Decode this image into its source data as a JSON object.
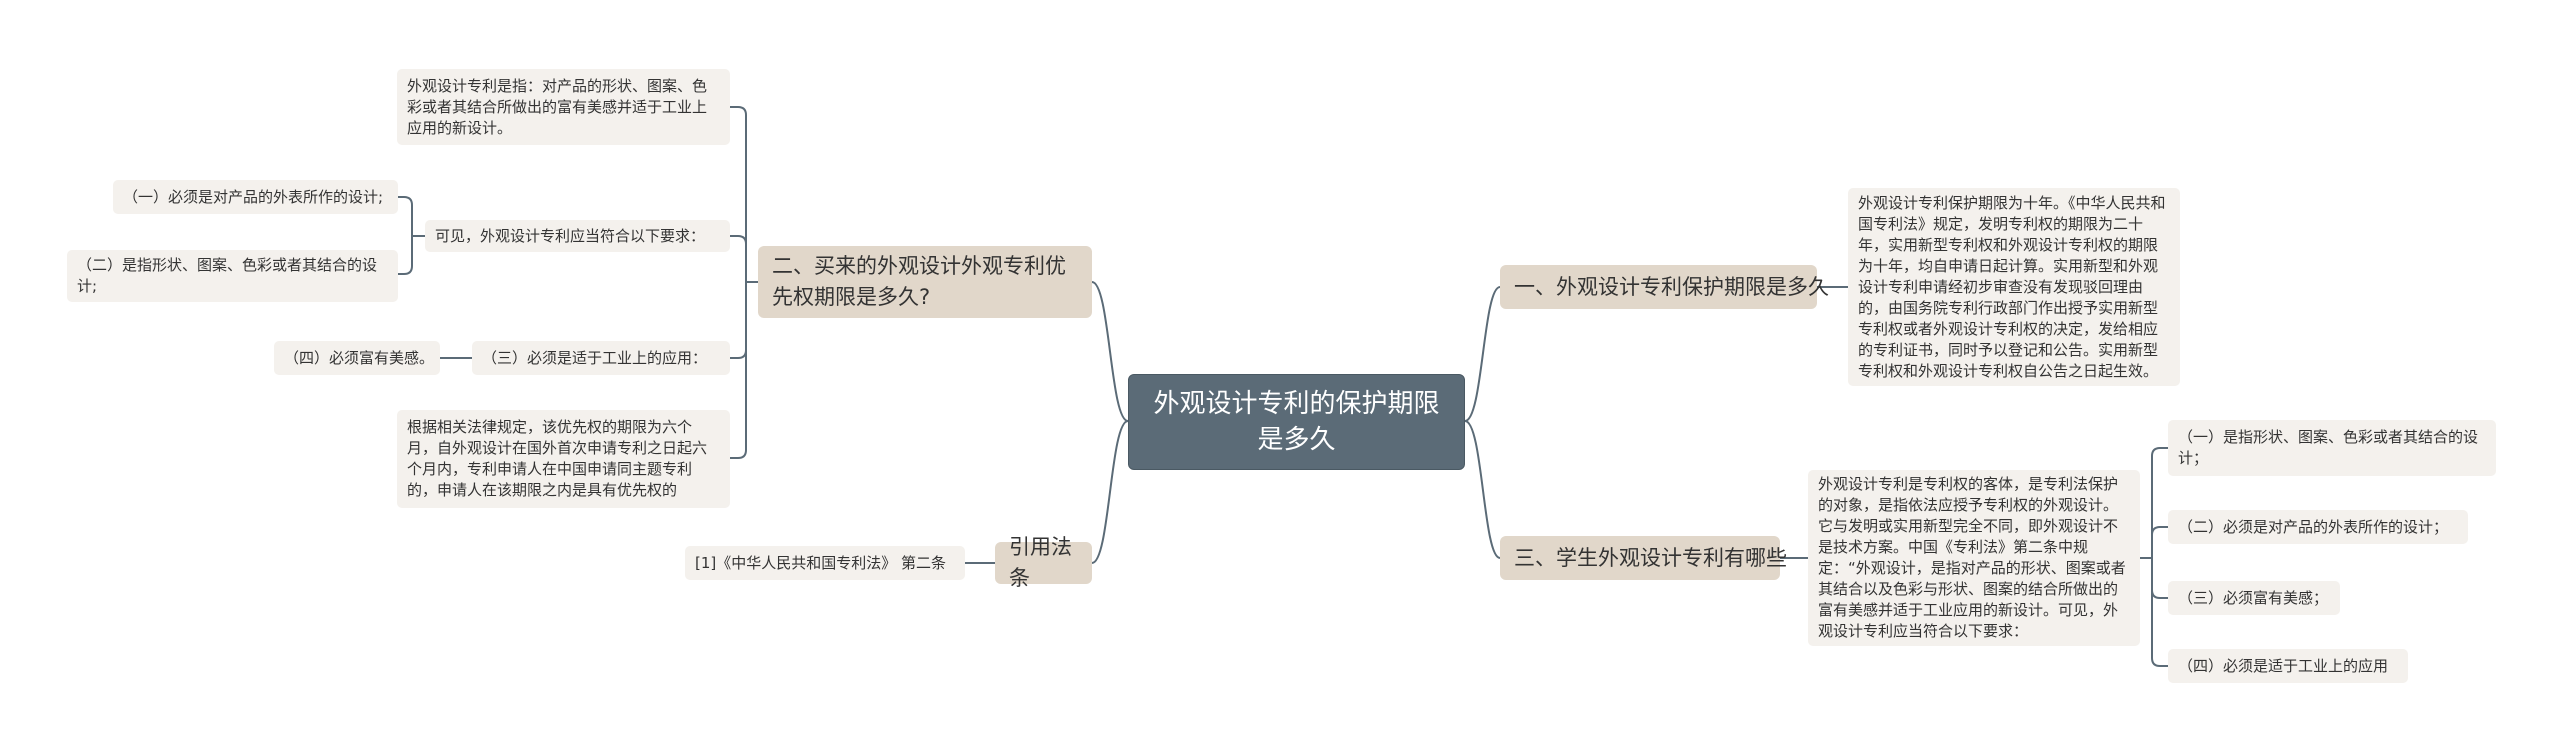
{
  "root": {
    "label": "外观设计专利的保护期限是多久"
  },
  "left": {
    "branch2": {
      "label": "二、买来的外观设计外观专利优先权期限是多久?",
      "def": "外观设计专利是指：对产品的形状、图案、色彩或者其结合所做出的富有美感并适于工业上应用的新设计。",
      "requirements_label": "可见，外观设计专利应当符合以下要求：",
      "req1": "（一）必须是对产品的外表所作的设计;",
      "req2": "（二）是指形状、图案、色彩或者其结合的设计;",
      "req3": "（三）必须是适于工业上的应用：",
      "req4": "（四）必须富有美感。",
      "priority": "根据相关法律规定，该优先权的期限为六个月，自外观设计在国外首次申请专利之日起六个月内，专利申请人在中国申请同主题专利的，申请人在该期限之内是具有优先权的"
    },
    "citation": {
      "label": "引用法条",
      "item": "[1]《中华人民共和国专利法》 第二条"
    }
  },
  "right": {
    "branch1": {
      "label": "一、外观设计专利保护期限是多久",
      "text": "外观设计专利保护期限为十年。《中华人民共和国专利法》规定，发明专利权的期限为二十年，实用新型专利权和外观设计专利权的期限为十年，均自申请日起计算。实用新型和外观设计专利申请经初步审查没有发现驳回理由的，由国务院专利行政部门作出授予实用新型专利权或者外观设计专利权的决定，发给相应的专利证书，同时予以登记和公告。实用新型专利权和外观设计专利权自公告之日起生效。"
    },
    "branch3": {
      "label": "三、学生外观设计专利有哪些",
      "text": "外观设计专利是专利权的客体，是专利法保护的对象，是指依法应授予专利权的外观设计。它与发明或实用新型完全不同，即外观设计不是技术方案。中国《专利法》第二条中规定：“外观设计，是指对产品的形状、图案或者其结合以及色彩与形状、图案的结合所做出的富有美感并适于工业应用的新设计。可见，外观设计专利应当符合以下要求：",
      "item1": "（一）是指形状、图案、色彩或者其结合的设计；",
      "item2": "（二）必须是对产品的外表所作的设计；",
      "item3": "（三）必须富有美感；",
      "item4": "（四）必须是适于工业上的应用"
    }
  },
  "colors": {
    "line": "#5b6b77",
    "root": "#5b6b77",
    "branch": "#e1d7ca",
    "leaf": "#f4f1ed"
  }
}
